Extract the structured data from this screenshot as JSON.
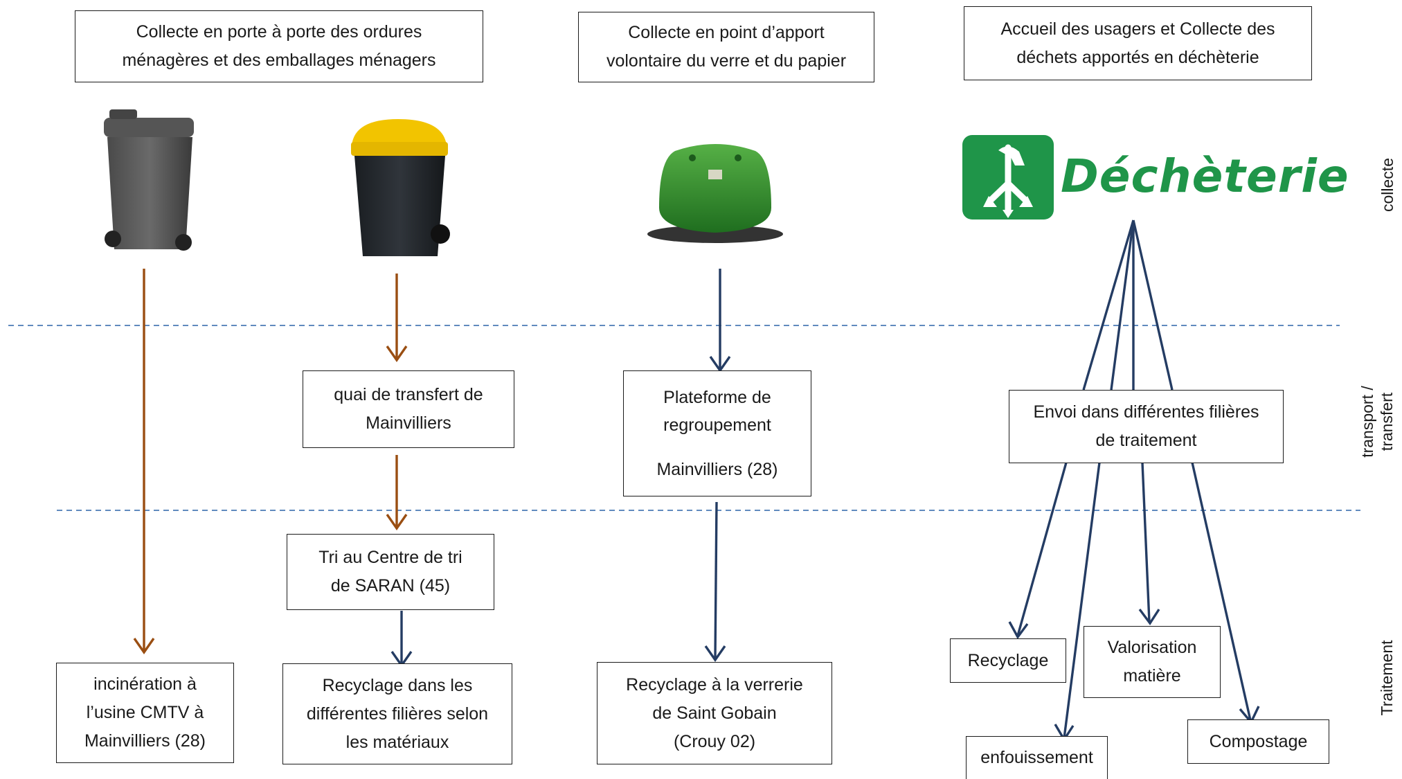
{
  "header_boxes": {
    "door_to_door": [
      "Collecte en porte à porte des ordures",
      "ménagères et des emballages ménagers"
    ],
    "voluntary_drop": [
      "Collecte en point d’apport",
      "volontaire du verre et du papier"
    ],
    "dechetterie_intake": [
      "Accueil des usagers et Collecte des",
      "déchets apportés en déchèterie"
    ]
  },
  "logo": {
    "text": "Déchèterie",
    "color": "#1f9549"
  },
  "transfer_boxes": {
    "quai": [
      "quai de transfert de",
      "Mainvilliers"
    ],
    "plateforme": [
      "Plateforme de",
      "regroupement",
      "Mainvilliers (28)"
    ],
    "envoi": [
      "Envoi dans différentes filières",
      "de traitement"
    ]
  },
  "sorting_box": [
    "Tri au Centre de tri",
    "de SARAN (45)"
  ],
  "treatment_boxes": {
    "incineration": [
      "incinération  à",
      "l’usine CMTV à",
      "Mainvilliers (28)"
    ],
    "recyclage_filieres": [
      "Recyclage dans les",
      "différentes filières selon",
      "les matériaux"
    ],
    "recyclage_verrerie": [
      "Recyclage à la verrerie",
      "de Saint Gobain",
      "(Crouy 02)"
    ],
    "recyclage": [
      "Recyclage"
    ],
    "valorisation": [
      "Valorisation",
      "matière"
    ],
    "enfouissement": [
      "enfouissement"
    ],
    "compostage": [
      "Compostage"
    ]
  },
  "side_labels": {
    "collecte": [
      "collecte"
    ],
    "transport": [
      "transport /",
      "transfert"
    ],
    "traitement": [
      "Traitement"
    ]
  },
  "colors": {
    "brown_arrow": "#9a4e12",
    "navy_arrow": "#243c63",
    "dash_line": "#4a7ab5",
    "green_container": "#2e8a2e"
  }
}
